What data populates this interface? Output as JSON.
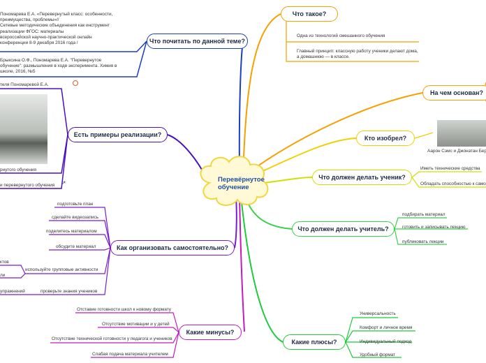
{
  "central": {
    "line1": "Перевёрнутое",
    "line2": "обучение"
  },
  "topics": {
    "what": {
      "label": "Что такое?",
      "items": [
        "Одна из технологий смешанного обучения",
        "Главный принцип: классную работу ученики делают дома,",
        "а домашнюю — в классе."
      ]
    },
    "based": {
      "label": "На чем основан?"
    },
    "who": {
      "label": "Кто изобрел?",
      "caption": "Аарон Сэмс и Джонатан Бер"
    },
    "student": {
      "label": "Что должен делать ученик?",
      "items": [
        "Иметь технические средства",
        "Обладать способностью к самос"
      ]
    },
    "teacher": {
      "label": "Что должен делать учитель?",
      "items": [
        "подбирать материал",
        "готовить и записывать лекцию",
        "публиковать лекции"
      ]
    },
    "plus": {
      "label": "Какие плюсы?",
      "items": [
        "Универсальность",
        "Комфорт и личное время",
        "Индивидуальный подход",
        "Удобный формат"
      ]
    },
    "read": {
      "label": "Что почитать по данной теме?",
      "items": [
        "Пономарева Е.А. «Перевернутый класс: особенности,",
        "преимущества, проблемы»//",
        "Сетевые методические объединения как инструмент",
        "реализации ФГОС: материалы",
        "всероссийской научно-практической онлайн",
        "конференции 8-9 декабря 2016 года /",
        "Брыксина О.Ф., Пономарева Е.А. \"Перевернутое",
        "обучение\": размышления в ходе эксперимента. Химия в",
        "школе, 2016, №5"
      ]
    },
    "examples": {
      "label": "Есть примеры реализации?",
      "items": [
        "теля Пономаревой Е.А.",
        "рнутого обучения",
        "и перевернутого обучения"
      ]
    },
    "organize": {
      "label": "Как организовать самостоятельно?",
      "items": [
        "подготовьте план",
        "сделайте видеозапись",
        "поделитесь материалом",
        "обсудите материал",
        "используйте групповые активности",
        "проверьте знания учеников",
        "ктов",
        "ли",
        "упражнений"
      ]
    },
    "minus": {
      "label": "Какие минусы?",
      "items": [
        "Отставие готовности школ к новому формату",
        "Отсутствие мотивации и у детей",
        "Отсутствие технической готовности у педагога и учеников",
        "Слабая подача материала учителем"
      ]
    }
  },
  "colors": {
    "what": "#f5a000",
    "based": "#f5a000",
    "who": "#f0d000",
    "student": "#cfe000",
    "teacher": "#39d04a",
    "plus": "#1ecb3a",
    "read": "#1a3fbf",
    "examples": "#4b0fbf",
    "organize": "#7a1bcf",
    "minus": "#c21bbf",
    "central": "#f2d640",
    "leafline": "#9aa0a6"
  },
  "icons": [
    "cloud-shape",
    "external-link-icon",
    "photo-thumbnail"
  ]
}
